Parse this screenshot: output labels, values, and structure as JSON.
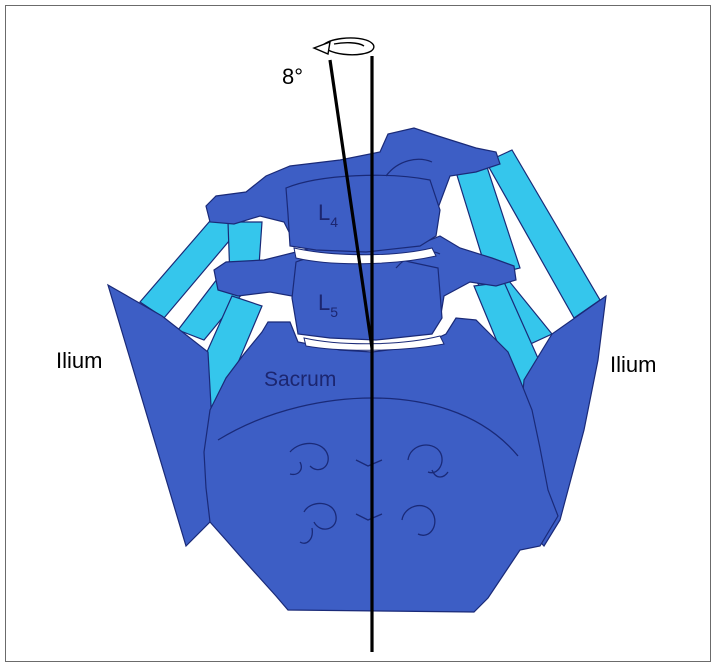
{
  "diagram": {
    "angle_label": "8°",
    "vertebra_upper": {
      "letter": "L",
      "sub": "4"
    },
    "vertebra_lower": {
      "letter": "L",
      "sub": "5"
    },
    "sacrum_label": "Sacrum",
    "ilium_left_label": "Ilium",
    "ilium_right_label": "Ilium"
  },
  "colors": {
    "bone": "#3d5ec5",
    "bone_dark": "#243f9e",
    "ligament": "#35c6ec",
    "outline": "#1a2a78",
    "axis": "#000000",
    "text": "#000000",
    "text_on_bone": "#1c2670"
  }
}
